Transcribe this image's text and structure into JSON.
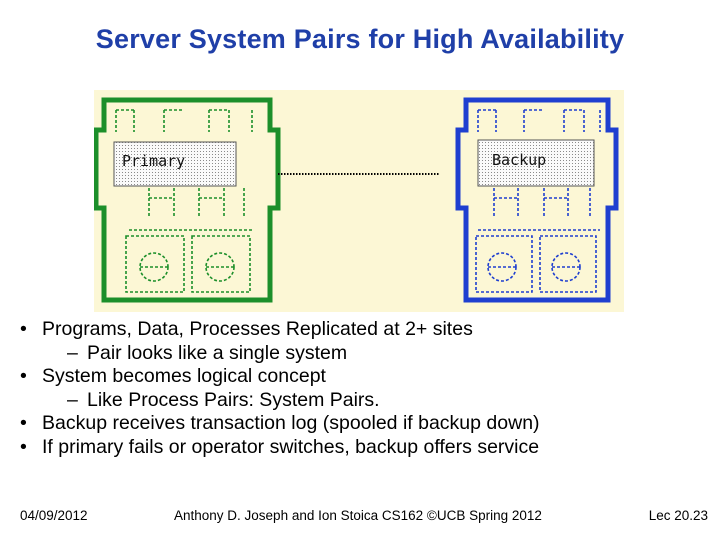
{
  "slide": {
    "title": "Server System Pairs for High Availability"
  },
  "diagram": {
    "primary_label": "Primary",
    "backup_label": "Backup",
    "colors": {
      "primary": "#1c8f2a",
      "backup": "#1f3fd0",
      "background": "#fcf7d5",
      "link": "#000000"
    }
  },
  "bullets": [
    {
      "level": 1,
      "text": "Programs, Data, Processes Replicated at 2+ sites"
    },
    {
      "level": 2,
      "text": "Pair looks like a single system"
    },
    {
      "level": 1,
      "text": "System becomes logical concept"
    },
    {
      "level": 2,
      "text": "Like Process Pairs: System Pairs."
    },
    {
      "level": 1,
      "text": "Backup receives transaction log (spooled if backup down)"
    },
    {
      "level": 1,
      "text": "If primary fails or operator switches, backup offers service"
    }
  ],
  "footer": {
    "date": "04/09/2012",
    "credit": "Anthony D. Joseph and Ion Stoica CS162 ©UCB Spring 2012",
    "lecture": "Lec 20.23"
  }
}
